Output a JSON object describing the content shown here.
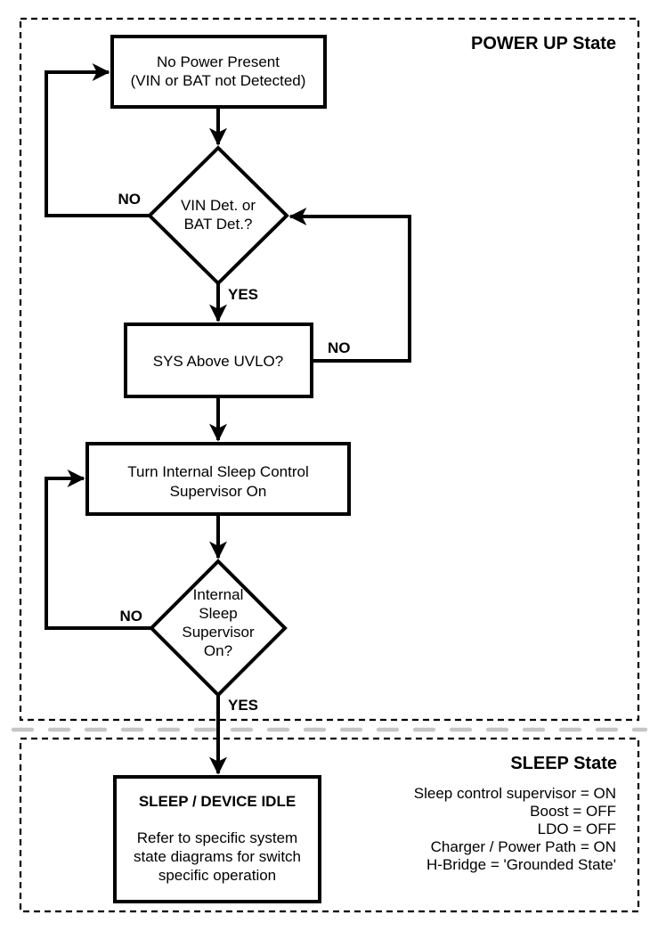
{
  "power_up_section": {
    "title": "POWER UP State",
    "no_power_box": {
      "line1": "No Power Present",
      "line2": "(VIN or BAT not Detected)"
    },
    "vin_bat_diamond": {
      "line1": "VIN Det. or",
      "line2": "BAT Det.?"
    },
    "sys_uvlo_box": {
      "text": "SYS Above UVLO?"
    },
    "sleep_control_box": {
      "line1": "Turn Internal Sleep Control",
      "line2": "Supervisor On"
    },
    "supervisor_diamond": {
      "line1": "Internal",
      "line2": "Sleep",
      "line3": "Supervisor",
      "line4": "On?"
    },
    "branch_labels": {
      "vin_bat_no": "NO",
      "vin_bat_yes": "YES",
      "sys_uvlo_no": "NO",
      "supervisor_no": "NO",
      "supervisor_yes": "YES"
    }
  },
  "sleep_section": {
    "title": "SLEEP State",
    "sleep_idle_box": {
      "title": "SLEEP / DEVICE IDLE",
      "line1": "Refer to specific system",
      "line2": "state diagrams for switch",
      "line3": "specific operation"
    },
    "state_info": [
      "Sleep control supervisor = ON",
      "Boost = OFF",
      "LDO = OFF",
      "Charger / Power Path = ON",
      "H-Bridge = 'Grounded State'"
    ]
  },
  "colors": {
    "line": "#000000",
    "divider": "#c6c6c6",
    "background": "#ffffff"
  }
}
